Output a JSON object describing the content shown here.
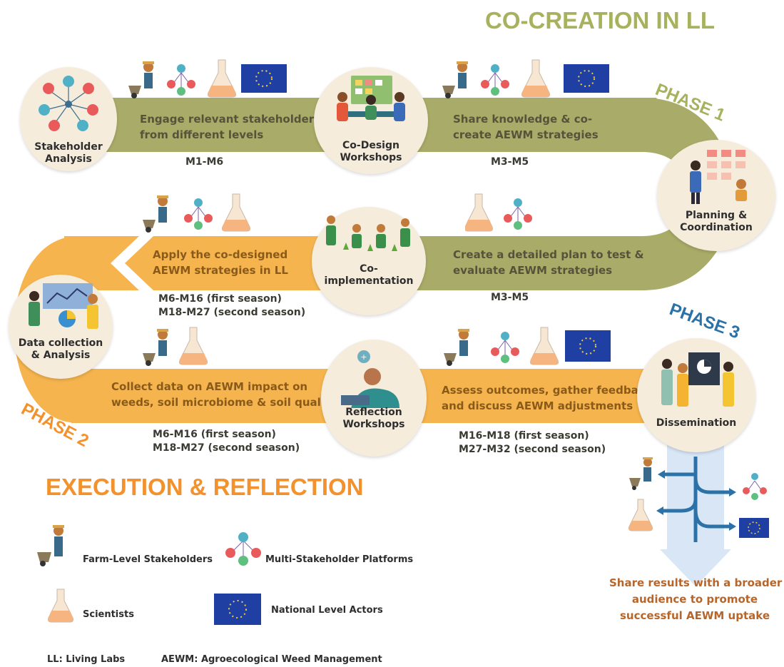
{
  "title": "CO-CREATION IN LL",
  "subtitle": "EXECUTION & REFLECTION",
  "phases": {
    "p1": "PHASE 1",
    "p2": "PHASE 2",
    "p3": "PHASE 3"
  },
  "nodes": {
    "stakeholder": "Stakeholder\nAnalysis",
    "codesign": "Co-Design\nWorkshops",
    "planning": "Planning &\nCoordination",
    "coimpl": "Co-\nimplementation",
    "datacoll": "Data collection\n& Analysis",
    "reflection": "Reflection\nWorkshops",
    "dissemination": "Dissemination"
  },
  "steps": {
    "engage": {
      "text": "Engage relevant stakeholders\nfrom different levels",
      "time": "M1-M6"
    },
    "share": {
      "text": "Share knowledge & co-\ncreate AEWM strategies",
      "time": "M3-M5"
    },
    "create": {
      "text": "Create a detailed plan to test &\nevaluate AEWM strategies",
      "time": "M3-M5"
    },
    "apply": {
      "text": "Apply the co-designed\nAEWM strategies in LL",
      "time": "M6-M16 (first season)\nM18-M27 (second season)"
    },
    "collect": {
      "text": "Collect data on AEWM impact on\nweeds, soil microbiome & soil quality",
      "time": "M6-M16 (first season)\nM18-M27 (second season)"
    },
    "assess": {
      "text": "Assess outcomes, gather feedback\nand discuss AEWM adjustments",
      "time": "M16-M18 (first season)\nM27-M32 (second season)"
    }
  },
  "dissemination_text": "Share results with a broader\naudience to promote\nsuccessful AEWM uptake",
  "legend": {
    "farm": "Farm-Level Stakeholders",
    "multi": "Multi-Stakeholder Platforms",
    "scientists": "Scientists",
    "national": "National Level Actors"
  },
  "footnote": {
    "ll": "LL: Living Labs",
    "aewm": "AEWM: Agroecological Weed Management"
  },
  "colors": {
    "olive": "#a9ac68",
    "orange": "#f5b44e",
    "titleGreen": "#a8b25e",
    "titleOrange": "#f3922c",
    "blue": "#2b72a8",
    "disseminationText": "#b8652a"
  }
}
